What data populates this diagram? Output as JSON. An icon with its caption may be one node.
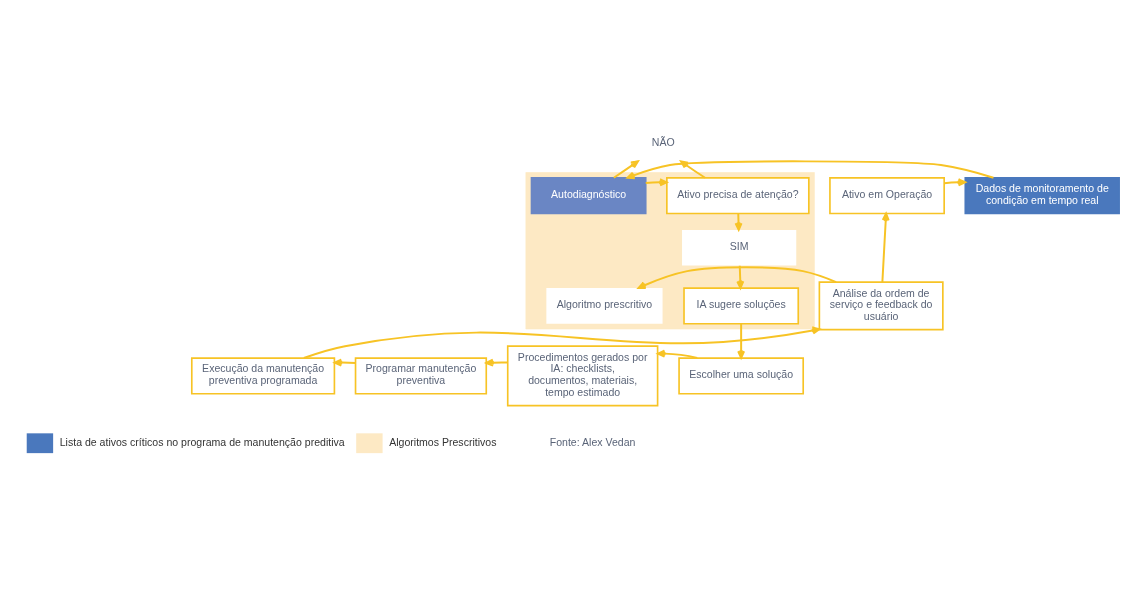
{
  "diagram": {
    "nodes": [
      {
        "text": [
          "NÃO"
        ]
      },
      {
        "text": [
          "Ativo em Operação"
        ]
      },
      {
        "text": [
          "Dados de monitoramento de condição em tempo real"
        ]
      },
      {
        "text": [],
        "shape": "box"
      },
      {
        "text": [
          "Autodiagnóstico"
        ],
        "in": 3
      },
      {
        "text": [
          "Ativo precisa de atenção?"
        ],
        "in": 3
      },
      {
        "text": [
          "SIM"
        ],
        "in": 3
      },
      {
        "text": [
          "Análise da ordem de serviço e feedback do usuário"
        ]
      },
      {
        "text": [
          "Algoritmo prescritivo"
        ],
        "in": 3
      },
      {
        "text": [
          "IA sugere soluções"
        ],
        "in": 3
      },
      {
        "text": [
          "Execução da manutenção preventiva programada"
        ]
      },
      {
        "text": [
          "Programar manutenção preventiva"
        ]
      },
      {
        "text": [
          "Procedimentos gerados por IA: checklists, documentos, materiais, tempo estimado"
        ]
      },
      {
        "text": [
          "Escolher uma solução"
        ]
      }
    ],
    "edges": [
      {
        "from": 1,
        "to": 2,
        "arrow": "to"
      },
      {
        "from": 2,
        "to": 4,
        "arrow": "to"
      },
      {
        "from": 4,
        "to": 5,
        "arrow": "to"
      },
      {
        "from": 4,
        "to": 0,
        "arrow": "to"
      },
      {
        "from": 5,
        "to": 0,
        "arrow": "to"
      },
      {
        "from": 5,
        "to": 6,
        "arrow": "to"
      },
      {
        "from": 6,
        "to": 9,
        "arrow": "to"
      },
      {
        "from": 9,
        "to": 13,
        "arrow": "to"
      },
      {
        "from": 13,
        "to": 12,
        "arrow": "to"
      },
      {
        "from": 12,
        "to": 11,
        "arrow": "to"
      },
      {
        "from": 11,
        "to": 10,
        "arrow": "to"
      },
      {
        "from": 10,
        "to": 7,
        "arrow": "to"
      },
      {
        "from": 7,
        "to": 1,
        "arrow": "to"
      },
      {
        "from": 7,
        "to": 8,
        "arrow": "to"
      }
    ],
    "labels": [
      "Fonte: Alex Vedan"
    ],
    "legend": [
      {
        "text": "Lista de ativos críticos no programa de manutenção preditiva",
        "color": "#4a78bd"
      },
      {
        "text": "Algoritmos Prescritivos",
        "color": "#fde9c4"
      }
    ]
  }
}
